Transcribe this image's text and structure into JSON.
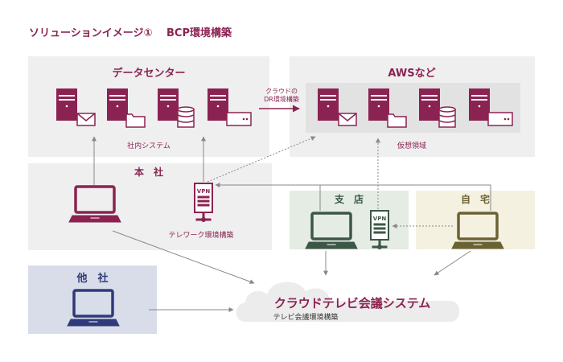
{
  "title": "ソリューションイメージ①　 BCP環境構築",
  "datacenter": {
    "label": "データセンター",
    "caption": "社内システム"
  },
  "aws": {
    "label": "AWSなど",
    "caption": "仮想領域"
  },
  "arrow_label": {
    "line1": "クラウドの",
    "line2": "DR環境構築"
  },
  "honsha": {
    "label": "本　社",
    "vpn_caption": "テレワーク環境構築"
  },
  "shiten": {
    "label": "支　店"
  },
  "jitaku": {
    "label": "自　宅"
  },
  "tasha": {
    "label": "他　社"
  },
  "cloud": {
    "title": "クラウドテレビ会議システム",
    "subtitle": "テレビ会議環境構築"
  },
  "vpn_text": "VPN",
  "colors": {
    "brand": "#8b2352",
    "panel_gray": "#efefef",
    "branch_green": "#e4ece4",
    "home_beige": "#f4f1e1",
    "partner_blue": "#d8dde9",
    "navy": "#2f3a7a",
    "green_dark": "#3d5747",
    "olive": "#6b6234"
  }
}
